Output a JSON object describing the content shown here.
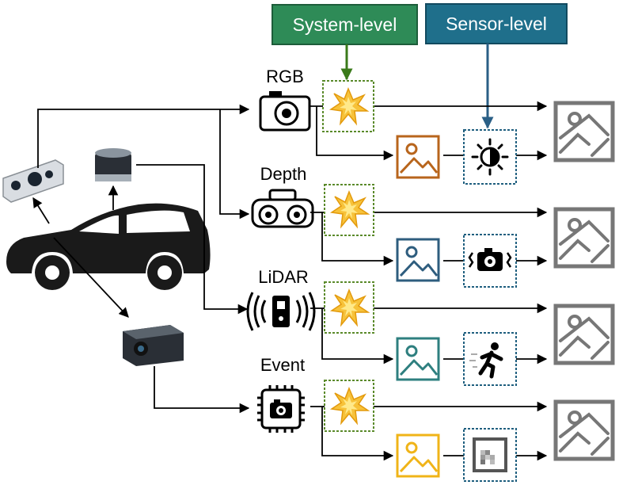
{
  "headers": {
    "system": {
      "label": "System-level",
      "color": "#2e8b57",
      "arrow_color": "#3a7a1a"
    },
    "sensor": {
      "label": "Sensor-level",
      "color": "#1f6f8b",
      "arrow_color": "#2a5f86"
    }
  },
  "sensors": [
    {
      "label": "RGB",
      "icon": "camera-icon"
    },
    {
      "label": "Depth",
      "icon": "stereo-camera-icon"
    },
    {
      "label": "LiDAR",
      "icon": "lidar-icon"
    },
    {
      "label": "Event",
      "icon": "event-chip-camera-icon"
    }
  ],
  "rows": [
    {
      "image_color": "#b8651c",
      "sensor_effect_icon": "brightness-icon"
    },
    {
      "image_color": "#2e5d7e",
      "sensor_effect_icon": "camera-shake-icon"
    },
    {
      "image_color": "#2e7f7f",
      "sensor_effect_icon": "motion-blur-runner-icon"
    },
    {
      "image_color": "#f0b418",
      "sensor_effect_icon": "pixelation-icon"
    }
  ],
  "colors": {
    "system_box_border": "#5a8a2a",
    "sensor_box_border": "#1f5f7f",
    "output_icon": "#777777",
    "burst_fill": "#f7c23a",
    "burst_stroke": "#e39a0c"
  }
}
